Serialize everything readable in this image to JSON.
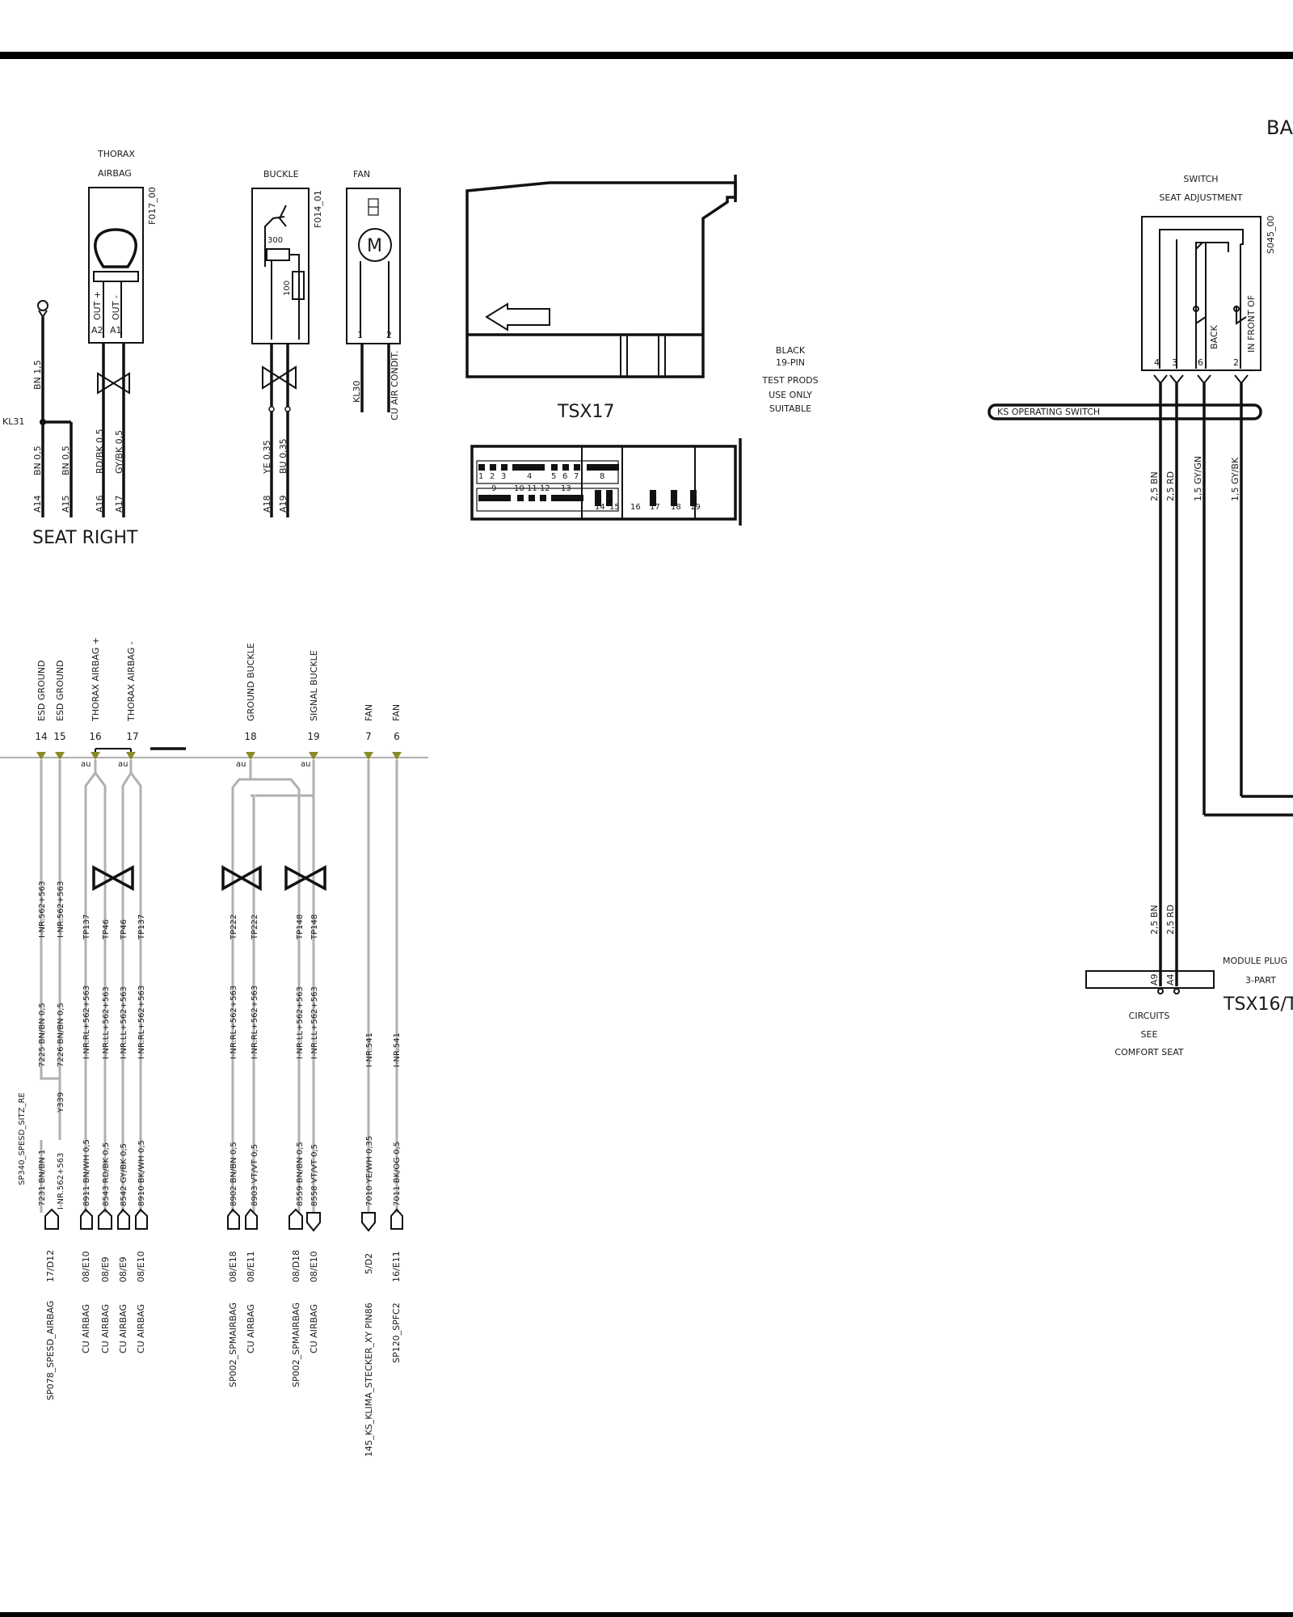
{
  "page_header": "BAS",
  "components": {
    "thorax_airbag": {
      "title_1": "THORAX",
      "title_2": "AIRBAG",
      "code": "F017_00",
      "pin_out_plus": "OUT +",
      "pin_out_minus": "OUT -",
      "pin_a2": "A2",
      "pin_a1": "A1"
    },
    "buckle": {
      "title": "BUCKLE",
      "code": "F014_01",
      "r1": "300",
      "r2": "100"
    },
    "fan": {
      "title": "FAN",
      "code": "",
      "motor": "M",
      "pin_1": "1",
      "pin_2": "2",
      "wire_1": "KL30",
      "wire_2": "CU AIR CONDIT."
    },
    "seat": {
      "ground_wire": "BN 1,5",
      "kl31": "KL31",
      "label": "SEAT RIGHT"
    },
    "switch": {
      "title_1": "SWITCH",
      "title_2": "SEAT ADJUSTMENT",
      "code": "S045_00",
      "back": "BACK",
      "front": "IN FRONT OF",
      "pins": [
        "4",
        "3",
        "6",
        "2"
      ]
    },
    "tsx17": {
      "title": "TSX17",
      "desc": [
        "BLACK",
        "19-PIN",
        "TEST PRODS",
        "USE ONLY",
        "SUITABLE"
      ],
      "top_numbers": [
        "1",
        "2",
        "3",
        "4",
        "5",
        "6",
        "7",
        "8"
      ],
      "mid_numbers": [
        "9",
        "10",
        "11",
        "12",
        "13"
      ],
      "bot_numbers": [
        "14",
        "15",
        "16",
        "17",
        "18",
        "19"
      ]
    },
    "module_plug": {
      "title_1": "MODULE PLUG",
      "title_2": "3-PART",
      "name": "TSX16/T",
      "pin_a9": "A9",
      "pin_a4": "A4",
      "note": [
        "CIRCUITS",
        "SEE",
        "COMFORT SEAT"
      ]
    }
  },
  "upper_wires": [
    {
      "label": "BN 0,5",
      "pin": "A14"
    },
    {
      "label": "BN 0,5",
      "pin": "A15"
    },
    {
      "label": "RD/BK 0,5",
      "pin": "A16"
    },
    {
      "label": "GY/BK 0,5",
      "pin": "A17"
    },
    {
      "label": "YE 0,35",
      "pin": "A18"
    },
    {
      "label": "BU 0,35",
      "pin": "A19"
    }
  ],
  "operating_switch_bus": "KS  OPERATING SWITCH",
  "right_wires_upper": [
    "2,5 BN",
    "2,5 RD",
    "1,5 GY/GN",
    "1,5 GY/BK"
  ],
  "right_wires_lower": [
    "2,5 BN",
    "2,5 RD"
  ],
  "columns": [
    {
      "func": "ESD  GROUND",
      "pin": "14",
      "tp": "I-NR.562+563",
      "nr": "7225 BN/BN 0,5",
      "wire": "",
      "sp": "",
      "conn": "",
      "dest": ""
    },
    {
      "func": "ESD  GROUND",
      "pin": "15",
      "tp": "I-NR.562+563",
      "nr": "7226 BN/BN 0,5",
      "wire": "",
      "sp": "",
      "conn": "",
      "dest": ""
    },
    {
      "func": "THORAX AIRBAG +",
      "pin": "16",
      "tp": "TP137",
      "nr": "I-NR.RL+562+563",
      "wire": "8911 BN/WH 0,5",
      "conn": "08/E10",
      "dest": "CU AIRBAG"
    },
    {
      "func": "",
      "pin": "",
      "tp": "TP46",
      "nr": "I-NR.LL+562+563",
      "wire": "8543 RD/BK 0,5",
      "conn": "08/E9",
      "dest": "CU AIRBAG"
    },
    {
      "func": "THORAX AIRBAG -",
      "pin": "17",
      "tp": "TP46",
      "nr": "I-NR.LL+562+563",
      "wire": "8542 GY/BK 0,5",
      "conn": "08/E9",
      "dest": "CU AIRBAG"
    },
    {
      "func": "",
      "pin": "",
      "tp": "TP137",
      "nr": "I-NR.RL+562+563",
      "wire": "8910 BK/WH 0,5",
      "conn": "08/E10",
      "dest": "CU AIRBAG"
    },
    {
      "func": "",
      "pin": "",
      "tp": "TP222",
      "nr": "I-NR.RL+562+563",
      "wire": "8902 BN/BN 0,5",
      "conn": "08/E18",
      "dest": "SP002_SPMAIRBAG"
    },
    {
      "func": "GROUND  BUCKLE",
      "pin": "18",
      "tp": "TP222",
      "nr": "I-NR.RL+562+563",
      "wire": "8903 VT/VT 0,5",
      "conn": "08/E11",
      "dest": "CU AIRBAG"
    },
    {
      "func": "",
      "pin": "",
      "tp": "TP148",
      "nr": "I-NR.LL+562+563",
      "wire": "8559 BN/BN 0,5",
      "conn": "08/D18",
      "dest": "SP002_SPMAIRBAG"
    },
    {
      "func": "SIGNAL  BUCKLE",
      "pin": "19",
      "tp": "TP148",
      "nr": "I-NR.LL+562+563",
      "wire": "8558 VT/VT 0,5",
      "conn": "08/E10",
      "dest": "CU AIRBAG"
    },
    {
      "func": "FAN",
      "pin": "7",
      "tp": "",
      "nr": "I-NR.541",
      "wire": "7010 YE/WH 0,35",
      "conn": "5/D2",
      "dest": "145_KS_KLIMA_STECKER_XY PIN86"
    },
    {
      "func": "FAN",
      "pin": "6",
      "tp": "",
      "nr": "I-NR.541",
      "wire": "7011 BK/OG 0,5",
      "conn": "16/E11",
      "dest": "SP120_SPFC2"
    }
  ],
  "esd_join": {
    "sp": "SP340_SPESD_SITZ_RE",
    "wire": "7231 BN/BN 1",
    "tp": "I-NR.562+563",
    "y": "Y339",
    "conn": "17/D12",
    "dest": "SP078_SPESD_AIRBAG"
  },
  "splice_label": "au"
}
